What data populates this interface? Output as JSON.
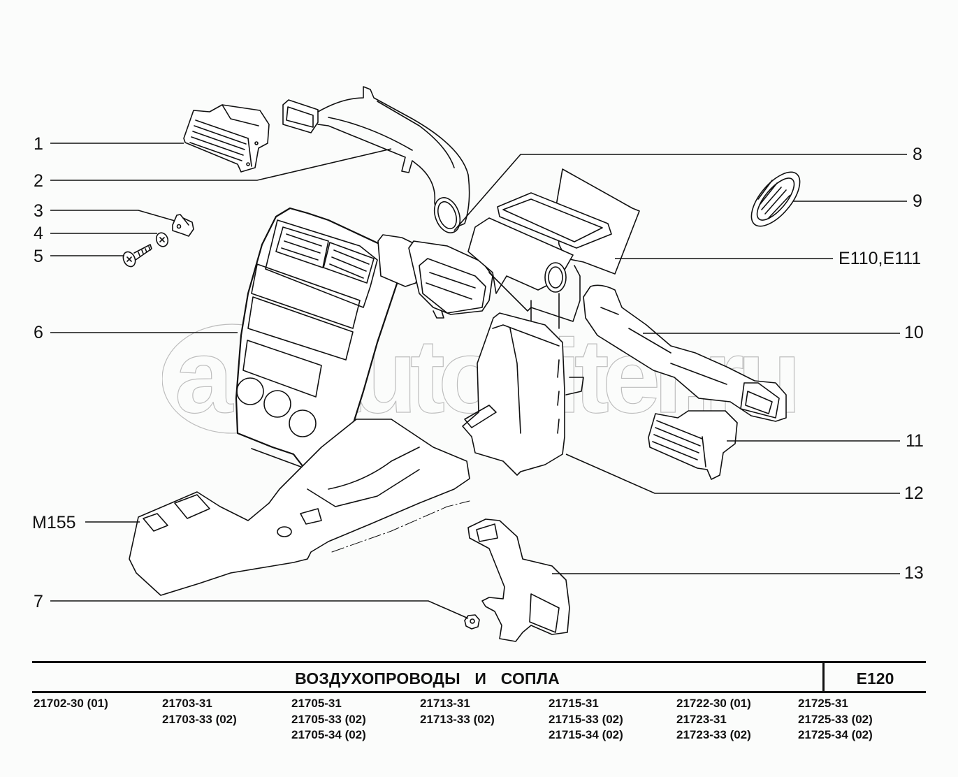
{
  "title_block": {
    "title": "ВОЗДУХОПРОВОДЫ И СОПЛА",
    "code": "E120"
  },
  "watermark": "autopiter.ru",
  "callouts": {
    "left": [
      {
        "label": "1",
        "part": "side-air-vent-left"
      },
      {
        "label": "2",
        "part": "air-duct-left"
      },
      {
        "label": "3",
        "part": "clip"
      },
      {
        "label": "4",
        "part": "washer"
      },
      {
        "label": "5",
        "part": "screw"
      },
      {
        "label": "6",
        "part": "center-console-panel-with-vents"
      },
      {
        "label": "M155",
        "part": "floor-console-reference"
      },
      {
        "label": "7",
        "part": "nut"
      }
    ],
    "right": [
      {
        "label": "8",
        "part": "center-vent-nozzle-block"
      },
      {
        "label": "9",
        "part": "defroster-side-grille"
      },
      {
        "label": "E110,E111",
        "part": "heater-unit-reference"
      },
      {
        "label": "10",
        "part": "air-duct-right"
      },
      {
        "label": "11",
        "part": "side-air-vent-right"
      },
      {
        "label": "12",
        "part": "center-air-distribution-duct"
      },
      {
        "label": "13",
        "part": "floor-air-duct"
      }
    ]
  },
  "models": [
    [
      "21702-30 (01)"
    ],
    [
      "21703-31",
      "21703-33 (02)"
    ],
    [
      "21705-31",
      "21705-33 (02)",
      "21705-34 (02)"
    ],
    [
      "21713-31",
      "21713-33 (02)"
    ],
    [
      "21715-31",
      "21715-33 (02)",
      "21715-34 (02)"
    ],
    [
      "21722-30 (01)",
      "21723-31",
      "21723-33 (02)"
    ],
    [
      "21725-31",
      "21725-33 (02)",
      "21725-34 (02)"
    ]
  ]
}
